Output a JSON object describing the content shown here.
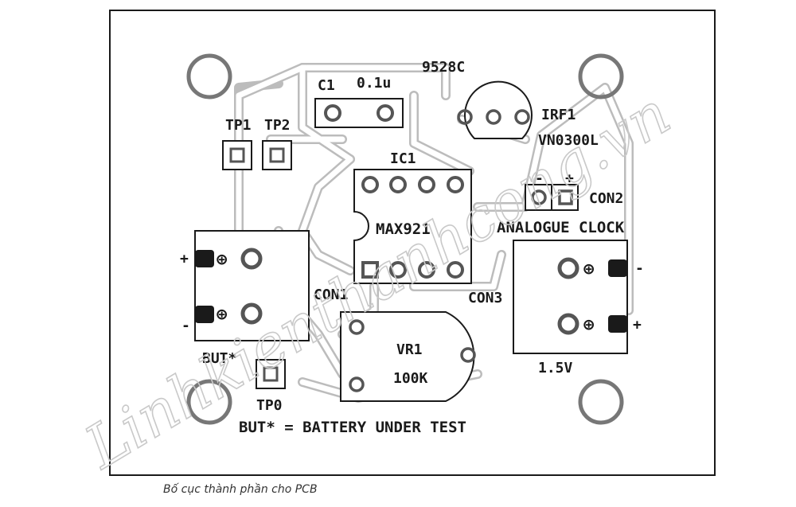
{
  "board": {
    "labels": {
      "c1": "C1",
      "c1_value": "0.1u",
      "part_9528c": "9528C",
      "irf1": "IRF1",
      "vn0300l": "VN0300L",
      "tp1": "TP1",
      "tp2": "TP2",
      "ic1": "IC1",
      "max921": "MAX921",
      "con2_minus": "-",
      "con2_plus": "+",
      "con2": "CON2",
      "analogue_clock": "ANALOGUE CLOCK",
      "con1_plus": "+",
      "con1_minus": "-",
      "con1": "CON1",
      "con3": "CON3",
      "con3_minus": "-",
      "con3_plus": "+",
      "voltage": "1.5V",
      "vr1": "VR1",
      "vr1_value": "100K",
      "but_label": "BUT*",
      "tp0": "TP0",
      "legend": "BUT* = BATTERY UNDER TEST"
    },
    "terminal_symbol": "⊕"
  },
  "caption": "Bố cục thành phần cho PCB",
  "watermark": "Linhkienthanhcong.vn",
  "colors": {
    "outline": "#1a1a1a",
    "pad": "#777777",
    "trace": "#bcbcbc",
    "watermark": "#c9c9c9"
  }
}
